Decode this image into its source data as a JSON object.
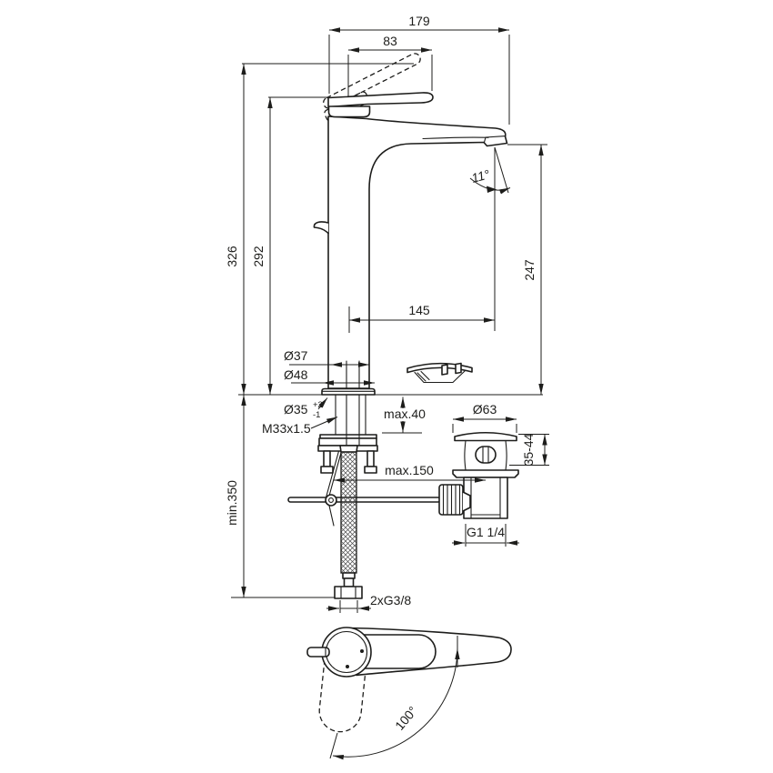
{
  "drawing": {
    "type": "technical-dimension-drawing",
    "subject": "single-lever basin mixer faucet with pop-up waste, side view, installation parts and handle swivel top view",
    "units": "mm",
    "line_color": "#1d1d1b",
    "background_color": "#ffffff",
    "labels": {
      "spout_reach_total": "179",
      "handle_length": "83",
      "height_total": "326",
      "height_body": "292",
      "spout_outlet_height": "247",
      "spout_projection": "145",
      "spout_angle": "11°",
      "body_diameter": "Ø37",
      "base_diameter": "Ø48",
      "hole_diameter": "Ø35",
      "hole_tolerance_plus": "+2",
      "hole_tolerance_minus": "-1",
      "shank_thread": "M33x1.5",
      "max_deck_thickness": "max.40",
      "waste_flange_diameter": "Ø63",
      "waste_depth_range": "35-44",
      "rod_reach": "max.150",
      "hose_length": "min.350",
      "waste_thread": "G1 1/4",
      "supply_connection": "2xG3/8",
      "handle_swivel_angle": "100°"
    }
  }
}
